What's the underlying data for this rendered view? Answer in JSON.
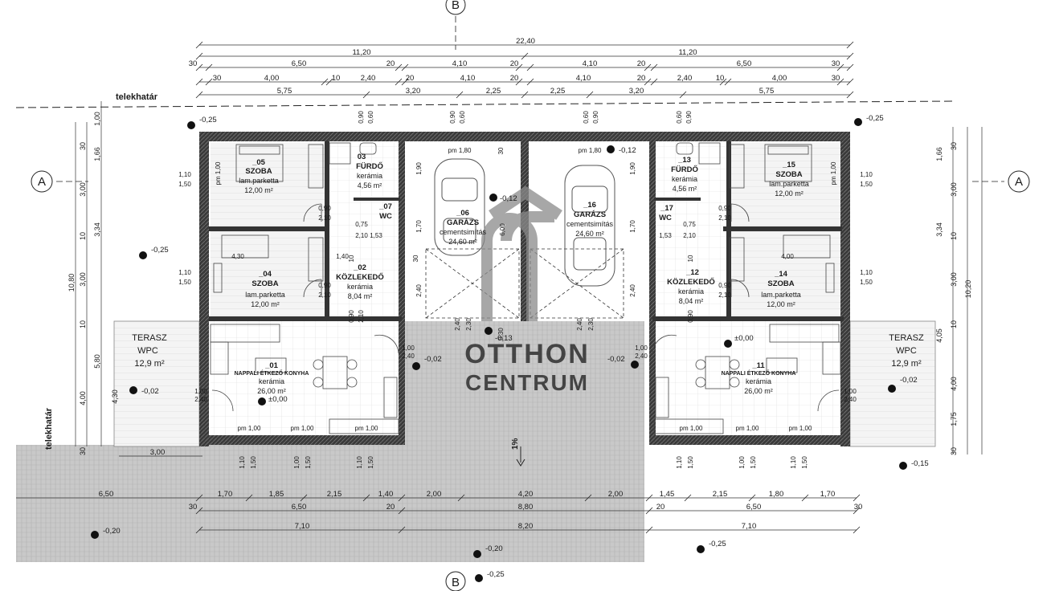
{
  "section_markers": {
    "top": "B",
    "bottom": "B",
    "left": "A",
    "right": "A"
  },
  "boundary_label_top": "telekhatár",
  "boundary_label_left": "telekhatár",
  "terrace_left": {
    "name": "TERASZ",
    "material": "WPC",
    "area": "12,9 m²"
  },
  "terrace_right": {
    "name": "TERASZ",
    "material": "WPC",
    "area": "12,9 m²"
  },
  "slope_label": "1%",
  "watermark": {
    "line1": "OTTHON",
    "line2": "CENTRUM"
  },
  "rooms": [
    {
      "id": "_05",
      "name": "SZOBA",
      "floor": "lam.parketta",
      "area": "12,00 m²"
    },
    {
      "id": "03",
      "name": "FÜRDŐ",
      "floor": "kerámia",
      "area": "4,56 m²"
    },
    {
      "id": "_07",
      "name": "WC",
      "floor": "",
      "area": ""
    },
    {
      "id": "_06",
      "name": "GARÁZS",
      "floor": "cementsimítás",
      "area": "24,60 m²"
    },
    {
      "id": "_16",
      "name": "GARÁZS",
      "floor": "cementsimítás",
      "area": "24,60 m²"
    },
    {
      "id": "_17",
      "name": "WC",
      "floor": "",
      "area": ""
    },
    {
      "id": "_13",
      "name": "FÜRDŐ",
      "floor": "kerámia",
      "area": "4,56 m²"
    },
    {
      "id": "_15",
      "name": "SZOBA",
      "floor": "lam.parketta",
      "area": "12,00 m²"
    },
    {
      "id": "_04",
      "name": "SZOBA",
      "floor": "lam.parketta",
      "area": "12,00 m²"
    },
    {
      "id": "_02",
      "name": "KÖZLEKEDŐ",
      "floor": "kerámia",
      "area": "8,04 m²"
    },
    {
      "id": "_12",
      "name": "KÖZLEKEDŐ",
      "floor": "kerámia",
      "area": "8,04 m²"
    },
    {
      "id": "_14",
      "name": "SZOBA",
      "floor": "lam.parketta",
      "area": "12,00 m²"
    },
    {
      "id": "_01",
      "name": "NAPPALI ÉTKEZŐ KONYHA",
      "floor": "kerámia",
      "area": "26,00 m²"
    },
    {
      "id": "_11",
      "name": "NAPPALI ÉTKEZŐ KONYHA",
      "floor": "kerámia",
      "area": "26,00 m²"
    }
  ],
  "dims_top": {
    "row1": [
      "22,40"
    ],
    "row2": [
      "11,20",
      "11,20"
    ],
    "row3": [
      "30",
      "6,50",
      "20",
      "4,10",
      "20",
      "4,10",
      "20",
      "6,50",
      "30"
    ],
    "row4": [
      "30",
      "4,00",
      "10",
      "2,40",
      "20",
      "4,10",
      "20",
      "4,10",
      "20",
      "2,40",
      "10",
      "4,00",
      "30"
    ],
    "row5": [
      "5,75",
      "3,20",
      "2,25",
      "2,25",
      "3,20",
      "5,75"
    ]
  },
  "dims_bottom": {
    "row1": [
      "6,50",
      "1,70",
      "1,85",
      "2,15",
      "1,40",
      "2,00",
      "4,20",
      "2,00",
      "1,45",
      "2,15",
      "1,80",
      "1,70"
    ],
    "row2": [
      "30",
      "6,50",
      "20",
      "8,80",
      "20",
      "6,50",
      "30"
    ],
    "row3": [
      "7,10",
      "8,20",
      "7,10"
    ],
    "misc": [
      "3,00"
    ]
  },
  "dims_left_v": [
    "1,00",
    "30",
    "1,66",
    "3,00",
    "10",
    "3,34",
    "10,80",
    "3,00",
    "10",
    "5,80",
    "4,00",
    "4,30",
    "30"
  ],
  "dims_right_v": [
    "30",
    "1,66",
    "3,00",
    "10",
    "3,34",
    "10,20",
    "3,00",
    "10",
    "4,05",
    "4,00",
    "1,75",
    "30"
  ],
  "openings": [
    "0,90",
    "0,60",
    "0,90",
    "0,60",
    "0,60",
    "0,90",
    "0,60",
    "0,90",
    "pm 1,80",
    "pm 1,80",
    "pm 1,00",
    "pm 1,00",
    "1,10",
    "1,50",
    "1,10",
    "1,50",
    "1,10",
    "1,50",
    "1,10",
    "1,50",
    "1,90",
    "1,70",
    "2,40",
    "1,90",
    "1,70",
    "2,40",
    "6,00",
    "0,90",
    "2,10",
    "0,75",
    "2,10",
    "1,53",
    "0,75",
    "2,10",
    "1,53",
    "0,90",
    "2,10",
    "0,90",
    "2,10",
    "0,90",
    "2,10",
    "1,40",
    "0,90",
    "0,90",
    "2,10",
    "2,40",
    "2,30",
    "2,40",
    "2,30",
    "0,30",
    "1,00",
    "2,40",
    "1,00",
    "2,40",
    "1,00",
    "2,40",
    "1,00",
    "2,40",
    "pm 1,00",
    "pm 1,00",
    "pm 1,00",
    "pm 1,00",
    "pm 1,00",
    "pm 1,00",
    "1,10",
    "1,50",
    "1,00",
    "1,50",
    "1,10",
    "1,50",
    "1,10",
    "1,50",
    "1,00",
    "1,50",
    "1,10",
    "1,50",
    "10",
    "10",
    "30",
    "30",
    "4,30",
    "4,00"
  ],
  "levels": [
    "-0,25",
    "-0,25",
    "-0,25",
    "-0,12",
    "-0,12",
    "-0,13",
    "-0,02",
    "-0,02",
    "-0,02",
    "-0,02",
    "±0,00",
    "±0,00",
    "-0,15",
    "-0,20",
    "-0,20",
    "-0,25",
    "-0,25"
  ]
}
